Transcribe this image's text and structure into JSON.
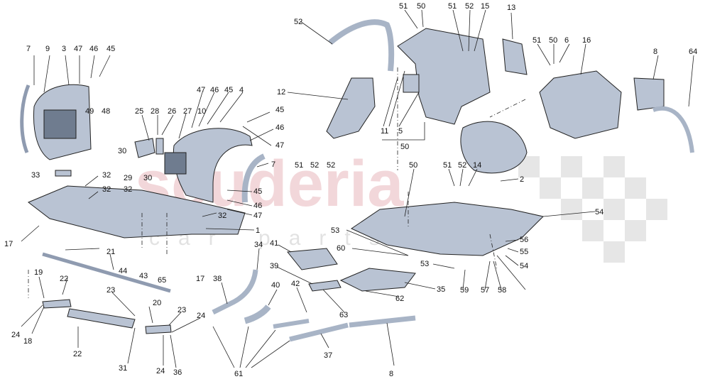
{
  "watermark": {
    "brand": "scuderia",
    "sub": "car parts"
  },
  "callouts": [
    "7",
    "9",
    "3",
    "47",
    "46",
    "45",
    "49",
    "48",
    "25",
    "28",
    "26",
    "27",
    "10",
    "47",
    "46",
    "45",
    "4",
    "30",
    "29",
    "30",
    "45",
    "46",
    "47",
    "7",
    "33",
    "32",
    "32",
    "32",
    "45",
    "46",
    "47",
    "32",
    "1",
    "17",
    "21",
    "44",
    "43",
    "65",
    "17",
    "19",
    "22",
    "23",
    "24",
    "18",
    "22",
    "20",
    "23",
    "24",
    "31",
    "24",
    "36",
    "34",
    "38",
    "40",
    "61",
    "41",
    "39",
    "42",
    "63",
    "62",
    "35",
    "37",
    "8",
    "52",
    "51",
    "50",
    "51",
    "52",
    "15",
    "13",
    "12",
    "11",
    "5",
    "50",
    "51",
    "52",
    "52",
    "51",
    "50",
    "6",
    "16",
    "8",
    "64",
    "50",
    "51",
    "52",
    "14",
    "2",
    "54",
    "53",
    "60",
    "56",
    "55",
    "54",
    "53",
    "59",
    "57",
    "58"
  ],
  "colors": {
    "part": "#b9c3d3",
    "line": "#222222",
    "watermark": "#e9b8bd"
  }
}
